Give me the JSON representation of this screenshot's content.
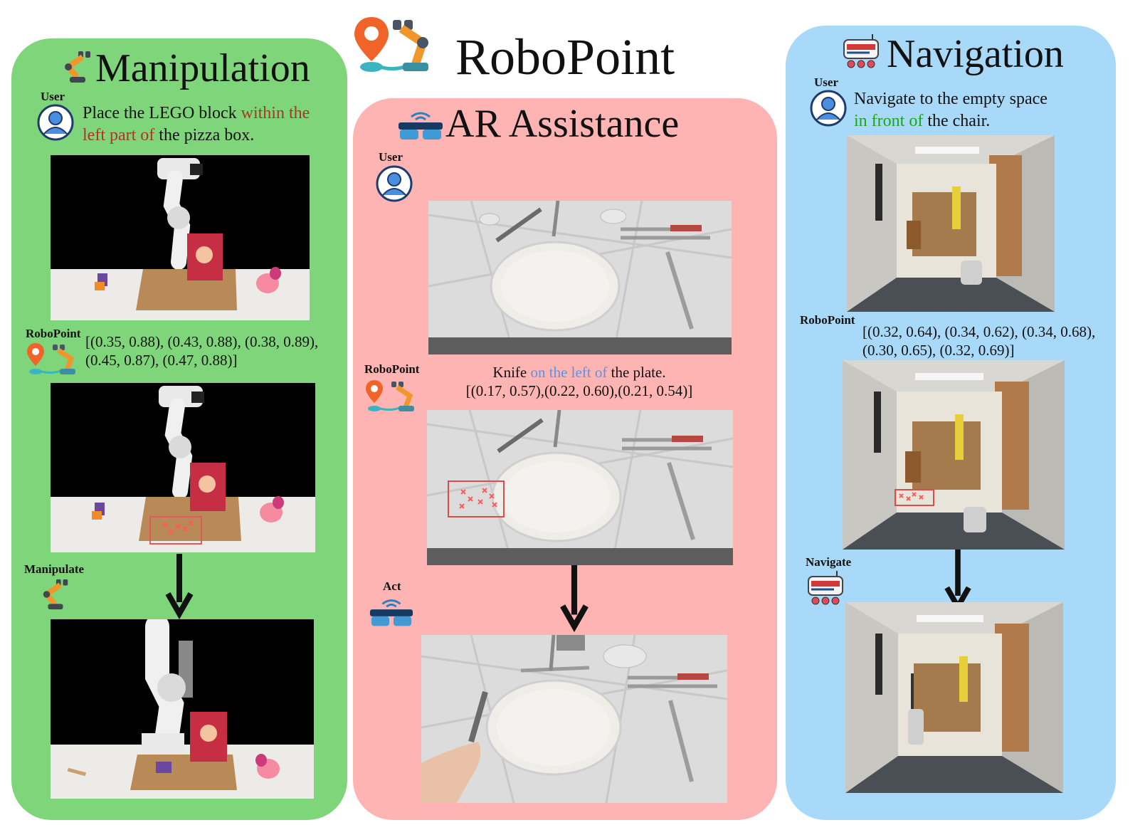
{
  "header": {
    "title": "RoboPoint"
  },
  "manipulation": {
    "title": "Manipulation",
    "user_label": "User",
    "instruction_part1": "Place the LEGO block ",
    "instruction_highlight": "within the left part of",
    "instruction_part2": " the pizza box.",
    "robopoint_label": "RoboPoint",
    "coords_line1": "[(0.35, 0.88), (0.43, 0.88), (0.38, 0.89),",
    "coords_line2": "(0.45, 0.87), (0.47, 0.88)]",
    "action_label": "Manipulate"
  },
  "ar": {
    "title": "AR Assistance",
    "user_label": "User",
    "robopoint_label": "RoboPoint",
    "caption_part1": "Knife ",
    "caption_highlight": "on the left of",
    "caption_part2": " the plate.",
    "coords": "[(0.17, 0.57),(0.22, 0.60),(0.21, 0.54)]",
    "action_label": "Act"
  },
  "navigation": {
    "title": "Navigation",
    "user_label": "User",
    "instruction_line1": "Navigate to the empty space",
    "instruction_highlight": "in front of",
    "instruction_part2": " the chair.",
    "robopoint_label": "RoboPoint",
    "coords_line1": "[(0.32, 0.64), (0.34, 0.62), (0.34, 0.68),",
    "coords_line2": "(0.30, 0.65), (0.32, 0.69)]",
    "action_label": "Navigate"
  },
  "colors": {
    "manipulation_bg": "#7fd67a",
    "ar_bg": "#feb4b3",
    "navigation_bg": "#a9d9f9",
    "highlight_red": "#a9362a",
    "highlight_blue": "#5f93dc",
    "highlight_green": "#18a818"
  },
  "icons": [
    "robot-arm-icon",
    "location-pin-icon",
    "user-avatar-icon",
    "ar-glasses-icon",
    "delivery-robot-icon",
    "down-arrow-icon"
  ]
}
